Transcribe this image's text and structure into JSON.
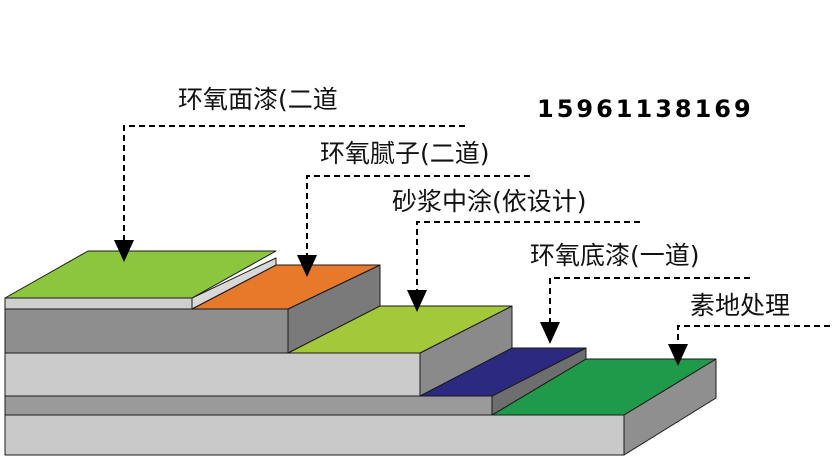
{
  "phone": "15961138169",
  "labels": {
    "topcoat": "环氧面漆(二道",
    "putty": "环氧腻子(二道)",
    "mortar": "砂浆中涂(依设计)",
    "primer": "环氧底漆(一道)",
    "substrate": "素地处理"
  },
  "colors": {
    "topcoat": "#8cc63f",
    "putty": "#e8782a",
    "mortar_top": "#a3c93a",
    "primer": "#2b2a80",
    "substrate": "#1f9a4a",
    "side_light": "#c8c8c8",
    "side_dark": "#8e8e8e"
  }
}
